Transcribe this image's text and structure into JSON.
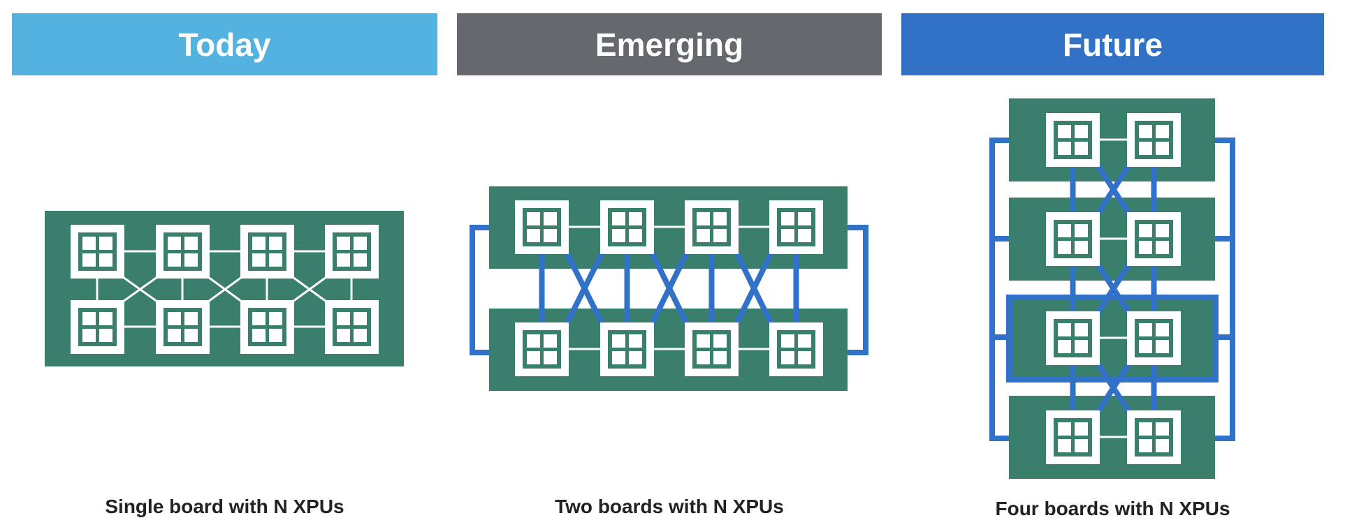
{
  "colors": {
    "today_header": "#53B2DF",
    "emerging_header": "#65686D",
    "future_header": "#3172C7",
    "board_green": "#3A7F6C",
    "link_blue": "#3271C8",
    "chip_white": "#FFFFFF",
    "caption_text": "#222222"
  },
  "panels": [
    {
      "id": "today",
      "header": "Today",
      "caption": "Single board with N XPUs",
      "boards": 1,
      "xpus_per_board": 8,
      "layout": "2 rows x 4 chips on one board, white mesh links incl. diagonal cross links"
    },
    {
      "id": "emerging",
      "header": "Emerging",
      "caption": "Two boards with N XPUs",
      "boards": 2,
      "xpus_per_board": 4,
      "layout": "two stacked boards of 4 chips, blue vertical and crossed links between boards, side loop brackets"
    },
    {
      "id": "future",
      "header": "Future",
      "caption": "Four boards with N XPUs",
      "boards": 4,
      "xpus_per_board": 2,
      "layout": "four stacked boards of 2 chips, blue vertical and crossed links, outer loop brackets, third board highlighted with blue outline"
    }
  ]
}
